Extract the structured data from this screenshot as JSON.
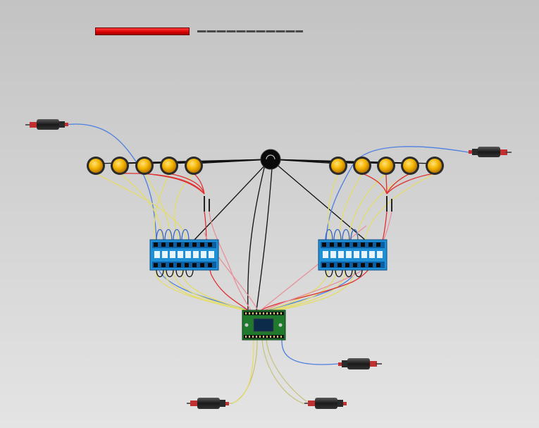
{
  "colors": {
    "background_top": "#c3c3c3",
    "background_bottom": "#e4e4e4",
    "led": "#f5b400",
    "led_ring": "#3a3a3a",
    "relay_board": "#1f8fd6",
    "controller_board": "#1f7a2e",
    "wire_blue": "#4d7fe0",
    "wire_red": "#e03030",
    "wire_yellow": "#e4dd6a",
    "wire_pink": "#e8909a",
    "wire_black": "#111111",
    "wire_olive": "#c8c483"
  },
  "scene": {
    "status_indicator": "red-bar",
    "hub": "black-junction-hub",
    "led_groups": [
      {
        "name": "left-leds",
        "count": 5
      },
      {
        "name": "right-leds",
        "count": 5
      }
    ],
    "relay_boards": [
      "left-relay-board",
      "right-relay-board"
    ],
    "controller": "microcontroller-board",
    "connectors": [
      "top-left-connector",
      "top-right-connector",
      "bottom-right-connector",
      "bottom-left-connector",
      "bottom-center-connector"
    ]
  }
}
